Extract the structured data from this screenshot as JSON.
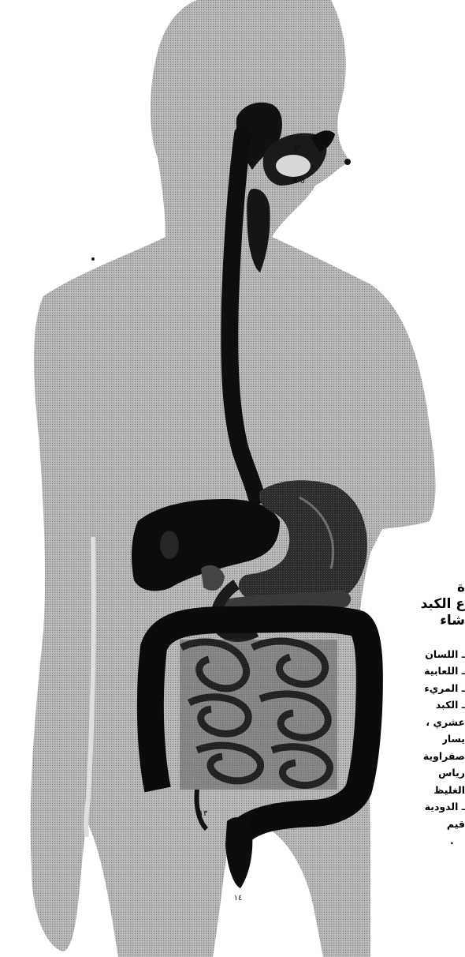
{
  "figure": {
    "illustration": "human-digestive-system-anatomy",
    "numbers": [
      "٢",
      "٥",
      "١٣",
      "١٤"
    ],
    "ink_color": "#0a0a0a",
    "body_color": "#a3a3a3"
  },
  "caption": {
    "title_lines": [
      "ة",
      "ع الكبد",
      "شاء"
    ],
    "lines": [
      "ـ اللسان",
      "ـ اللعابية",
      "ـ المريء",
      "ـ الكبد",
      "عشري ،",
      "يسار",
      "صفراوية",
      "رياس",
      "الغليظ",
      "ـ الدودية",
      "قيم",
      "."
    ]
  }
}
